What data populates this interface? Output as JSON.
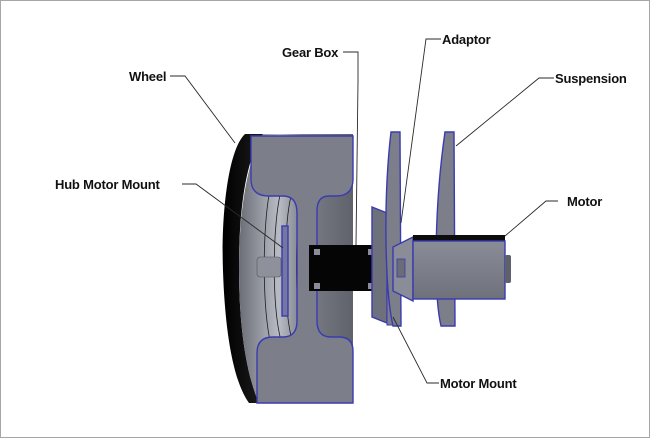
{
  "diagram": {
    "labels": {
      "wheel": "Wheel",
      "hub_motor_mount": "Hub Motor Mount",
      "gear_box": "Gear Box",
      "adaptor": "Adaptor",
      "suspension": "Suspension",
      "motor": "Motor",
      "motor_mount": "Motor Mount"
    },
    "colors": {
      "part_fill": "#7c7f8a",
      "part_dark": "#5e616b",
      "edge": "#3b3bb0",
      "tire": "#0d0d0d",
      "gearbox": "#050505"
    }
  }
}
